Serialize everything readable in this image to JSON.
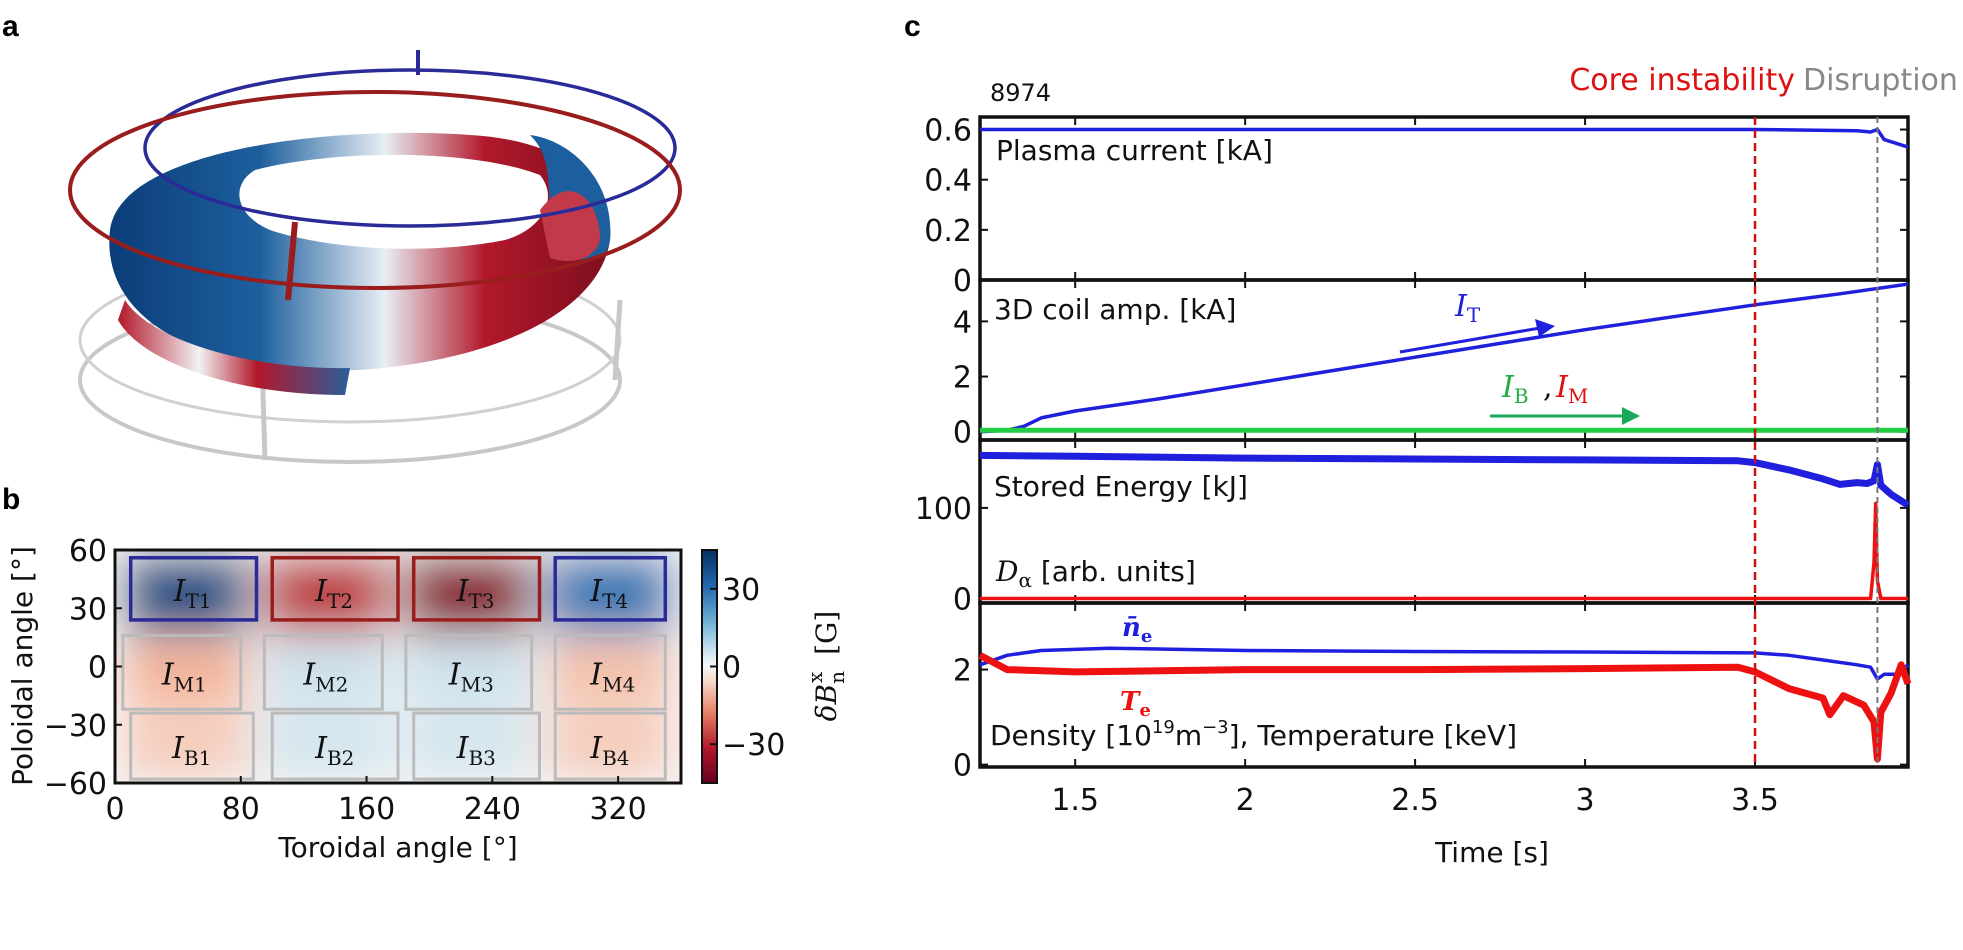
{
  "panels": {
    "a": "a",
    "b": "b",
    "c": "c"
  },
  "colors": {
    "blue": "#1f1fdd",
    "green": "#22cc44",
    "red": "#ee1111",
    "coreLine": "#cc1111",
    "disrLine": "#777777",
    "coilBlue": "#2a2a99",
    "coilRed": "#9a1d1d",
    "coilGray": "#bbbbbb"
  },
  "chart_data": [
    {
      "type": "heatmap",
      "panel": "b",
      "xlabel": "Toroidal angle [°]",
      "ylabel": "Poloidal angle [°]",
      "xticks": [
        0,
        80,
        160,
        240,
        320
      ],
      "yticks": [
        60,
        30,
        0,
        -30,
        -60
      ],
      "xlim": [
        0,
        360
      ],
      "ylim": [
        -60,
        60
      ],
      "colorbar": {
        "label": "δB_n^x [G]",
        "ticks": [
          30,
          0,
          -30
        ],
        "range": [
          -45,
          45
        ]
      },
      "coils": [
        {
          "label": "I",
          "sub": "T1",
          "row": "top",
          "x": [
            10,
            90
          ],
          "color": "blue"
        },
        {
          "label": "I",
          "sub": "T2",
          "row": "top",
          "x": [
            100,
            180
          ],
          "color": "red"
        },
        {
          "label": "I",
          "sub": "T3",
          "row": "top",
          "x": [
            190,
            270
          ],
          "color": "red"
        },
        {
          "label": "I",
          "sub": "T4",
          "row": "top",
          "x": [
            280,
            350
          ],
          "color": "blue"
        },
        {
          "label": "I",
          "sub": "M1",
          "row": "mid",
          "x": [
            5,
            80
          ],
          "color": "gray"
        },
        {
          "label": "I",
          "sub": "M2",
          "row": "mid",
          "x": [
            95,
            170
          ],
          "color": "gray"
        },
        {
          "label": "I",
          "sub": "M3",
          "row": "mid",
          "x": [
            185,
            265
          ],
          "color": "gray"
        },
        {
          "label": "I",
          "sub": "M4",
          "row": "mid",
          "x": [
            280,
            350
          ],
          "color": "gray"
        },
        {
          "label": "I",
          "sub": "B1",
          "row": "bot",
          "x": [
            10,
            88
          ],
          "color": "gray"
        },
        {
          "label": "I",
          "sub": "B2",
          "row": "bot",
          "x": [
            100,
            180
          ],
          "color": "gray"
        },
        {
          "label": "I",
          "sub": "B3",
          "row": "bot",
          "x": [
            190,
            270
          ],
          "color": "gray"
        },
        {
          "label": "I",
          "sub": "B4",
          "row": "bot",
          "x": [
            280,
            350
          ],
          "color": "gray"
        }
      ],
      "cells": [
        {
          "x": [
            0,
            90
          ],
          "y": [
            15,
            60
          ],
          "value": 40
        },
        {
          "x": [
            90,
            180
          ],
          "y": [
            15,
            60
          ],
          "value": -30
        },
        {
          "x": [
            180,
            270
          ],
          "y": [
            15,
            60
          ],
          "value": -40
        },
        {
          "x": [
            270,
            360
          ],
          "y": [
            15,
            60
          ],
          "value": 30
        },
        {
          "x": [
            0,
            90
          ],
          "y": [
            -20,
            15
          ],
          "value": -10
        },
        {
          "x": [
            90,
            180
          ],
          "y": [
            -20,
            15
          ],
          "value": 5
        },
        {
          "x": [
            180,
            270
          ],
          "y": [
            -20,
            15
          ],
          "value": 5
        },
        {
          "x": [
            270,
            360
          ],
          "y": [
            -20,
            15
          ],
          "value": -8
        },
        {
          "x": [
            0,
            90
          ],
          "y": [
            -60,
            -20
          ],
          "value": -6
        },
        {
          "x": [
            90,
            180
          ],
          "y": [
            -60,
            -20
          ],
          "value": 4
        },
        {
          "x": [
            180,
            270
          ],
          "y": [
            -60,
            -20
          ],
          "value": 4
        },
        {
          "x": [
            270,
            360
          ],
          "y": [
            -60,
            -20
          ],
          "value": -6
        }
      ]
    },
    {
      "type": "line",
      "panel": "c",
      "shot": "8974",
      "xlabel": "Time [s]",
      "xlim": [
        1.22,
        3.95
      ],
      "xticks": [
        1.5,
        2,
        2.5,
        3,
        3.5
      ],
      "xtickLabels": [
        "1.5",
        "2",
        "2.5",
        "3",
        "3.5"
      ],
      "events": [
        {
          "label": "Core instability",
          "x": 3.5,
          "color": "coreLine"
        },
        {
          "label": "Disruption",
          "x": 3.86,
          "color": "disrLine"
        }
      ],
      "subplots": [
        {
          "label": "Plasma current [kA]",
          "ylim": [
            0,
            0.65
          ],
          "yticks": [
            0,
            0.2,
            0.4,
            0.6
          ],
          "ytickLabels": [
            "0",
            "0.2",
            "0.4",
            "0.6"
          ],
          "series": [
            {
              "color": "blue",
              "x": [
                1.22,
                2.0,
                3.0,
                3.5,
                3.8,
                3.84,
                3.86,
                3.88,
                3.95
              ],
              "y": [
                0.6,
                0.6,
                0.6,
                0.6,
                0.595,
                0.59,
                0.6,
                0.56,
                0.53
              ]
            }
          ]
        },
        {
          "label": "3D coil amp. [kA]",
          "ylim": [
            -0.3,
            5.5
          ],
          "yticks": [
            0,
            2,
            4
          ],
          "ytickLabels": [
            "0",
            "2",
            "4"
          ],
          "annotations": [
            {
              "text": "I",
              "sub": "T",
              "color": "blue"
            },
            {
              "text": "I",
              "sub": "B",
              "color": "green"
            },
            {
              "text": ", ",
              "color": "dark"
            },
            {
              "text": "I",
              "sub": "M",
              "color": "red"
            }
          ],
          "series": [
            {
              "name": "I_T",
              "color": "blue",
              "x": [
                1.22,
                1.3,
                1.35,
                1.4,
                1.5,
                1.75,
                2.0,
                2.25,
                2.5,
                2.75,
                3.0,
                3.25,
                3.5,
                3.75,
                3.95
              ],
              "y": [
                0,
                0.05,
                0.2,
                0.5,
                0.75,
                1.2,
                1.7,
                2.2,
                2.7,
                3.2,
                3.7,
                4.15,
                4.6,
                5.0,
                5.35
              ]
            },
            {
              "name": "I_B, I_M",
              "color": "green",
              "x": [
                1.22,
                3.95
              ],
              "y": [
                0.05,
                0.05
              ]
            }
          ]
        },
        {
          "label": "Stored Energy [kJ]",
          "label2": "D_α [arb. units]",
          "ylim": [
            -5,
            175
          ],
          "yticks": [
            0,
            100
          ],
          "ytickLabels": [
            "0",
            "100"
          ],
          "series": [
            {
              "name": "Stored Energy",
              "color": "blue",
              "x": [
                1.22,
                1.5,
                2.0,
                2.5,
                3.0,
                3.45,
                3.5,
                3.6,
                3.7,
                3.75,
                3.8,
                3.83,
                3.85,
                3.86,
                3.87,
                3.9,
                3.95
              ],
              "y": [
                158,
                157,
                155,
                154,
                153,
                152,
                150,
                142,
                132,
                126,
                128,
                127,
                130,
                148,
                125,
                115,
                103
              ]
            },
            {
              "name": "D_alpha",
              "color": "red",
              "x": [
                1.22,
                3.84,
                3.85,
                3.855,
                3.86,
                3.87,
                3.95
              ],
              "y": [
                0,
                0,
                40,
                105,
                20,
                0,
                0
              ]
            }
          ]
        },
        {
          "label": "Density [10^19 m^-3], Temperature [keV]",
          "ylim": [
            -0.05,
            3.4
          ],
          "yticks": [
            0,
            2
          ],
          "ytickLabels": [
            "0",
            "2"
          ],
          "seriesLabels": [
            {
              "text": "n̄",
              "sub": "e",
              "color": "blue"
            },
            {
              "text": "T",
              "sub": "e",
              "color": "red"
            }
          ],
          "series": [
            {
              "name": "n_e",
              "color": "blue",
              "x": [
                1.22,
                1.3,
                1.4,
                1.6,
                2.0,
                2.5,
                3.0,
                3.5,
                3.6,
                3.7,
                3.8,
                3.84,
                3.86,
                3.88,
                3.92,
                3.95
              ],
              "y": [
                2.1,
                2.3,
                2.4,
                2.45,
                2.4,
                2.38,
                2.37,
                2.35,
                2.3,
                2.2,
                2.1,
                2.05,
                1.8,
                1.9,
                1.9,
                2.1
              ]
            },
            {
              "name": "T_e",
              "color": "red",
              "x": [
                1.22,
                1.3,
                1.5,
                2.0,
                2.5,
                3.0,
                3.45,
                3.5,
                3.6,
                3.7,
                3.72,
                3.76,
                3.82,
                3.85,
                3.86,
                3.87,
                3.9,
                3.93,
                3.95
              ],
              "y": [
                2.3,
                2.0,
                1.95,
                2.0,
                2.0,
                2.02,
                2.05,
                1.95,
                1.6,
                1.4,
                1.05,
                1.45,
                1.25,
                0.9,
                0.12,
                1.1,
                1.5,
                2.1,
                1.7
              ]
            }
          ]
        }
      ]
    }
  ]
}
